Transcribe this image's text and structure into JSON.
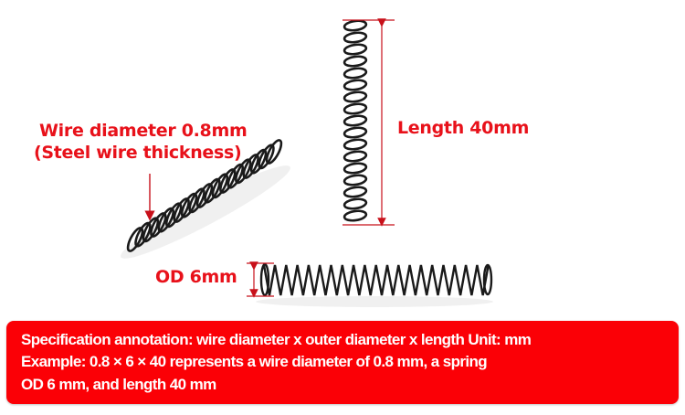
{
  "annotations": {
    "wire_diameter_line1": "Wire diameter 0.8mm",
    "wire_diameter_line2": "(Steel wire thickness)",
    "length": "Length 40mm",
    "outer_diameter": "OD 6mm"
  },
  "specification": {
    "line1": "Specification annotation: wire diameter x outer diameter x length Unit: mm",
    "line2": "Example: 0.8 × 6 × 40 represents a wire diameter of 0.8 mm, a spring",
    "line3": "OD 6 mm,   and length 40 mm"
  },
  "colors": {
    "annotation_red": "#e8111a",
    "banner_red": "#fb0006",
    "banner_text": "#ffffff",
    "spring": "#1a1a1a"
  }
}
